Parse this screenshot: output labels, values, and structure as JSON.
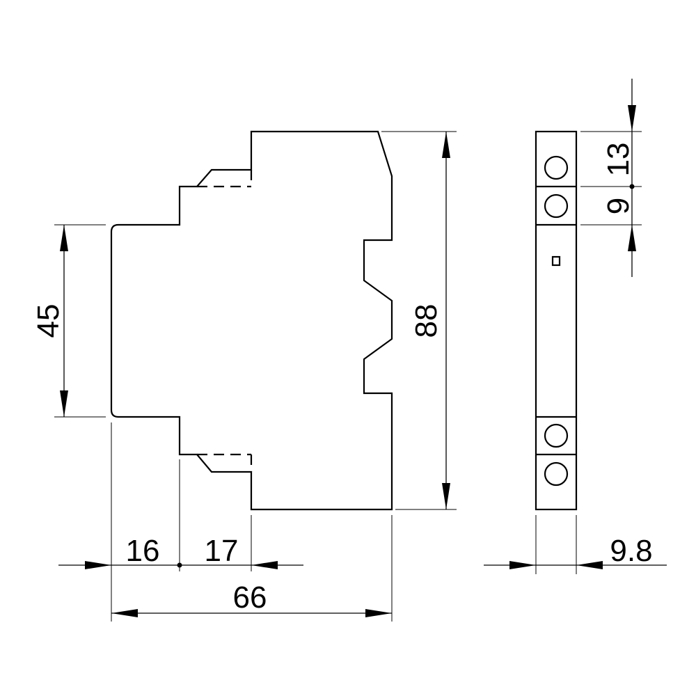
{
  "dimensions": {
    "height_total": "88",
    "height_rail": "45",
    "width_step1": "16",
    "width_step2": "17",
    "width_total": "66",
    "side_top": "13",
    "side_second": "9",
    "side_width": "9.8"
  }
}
